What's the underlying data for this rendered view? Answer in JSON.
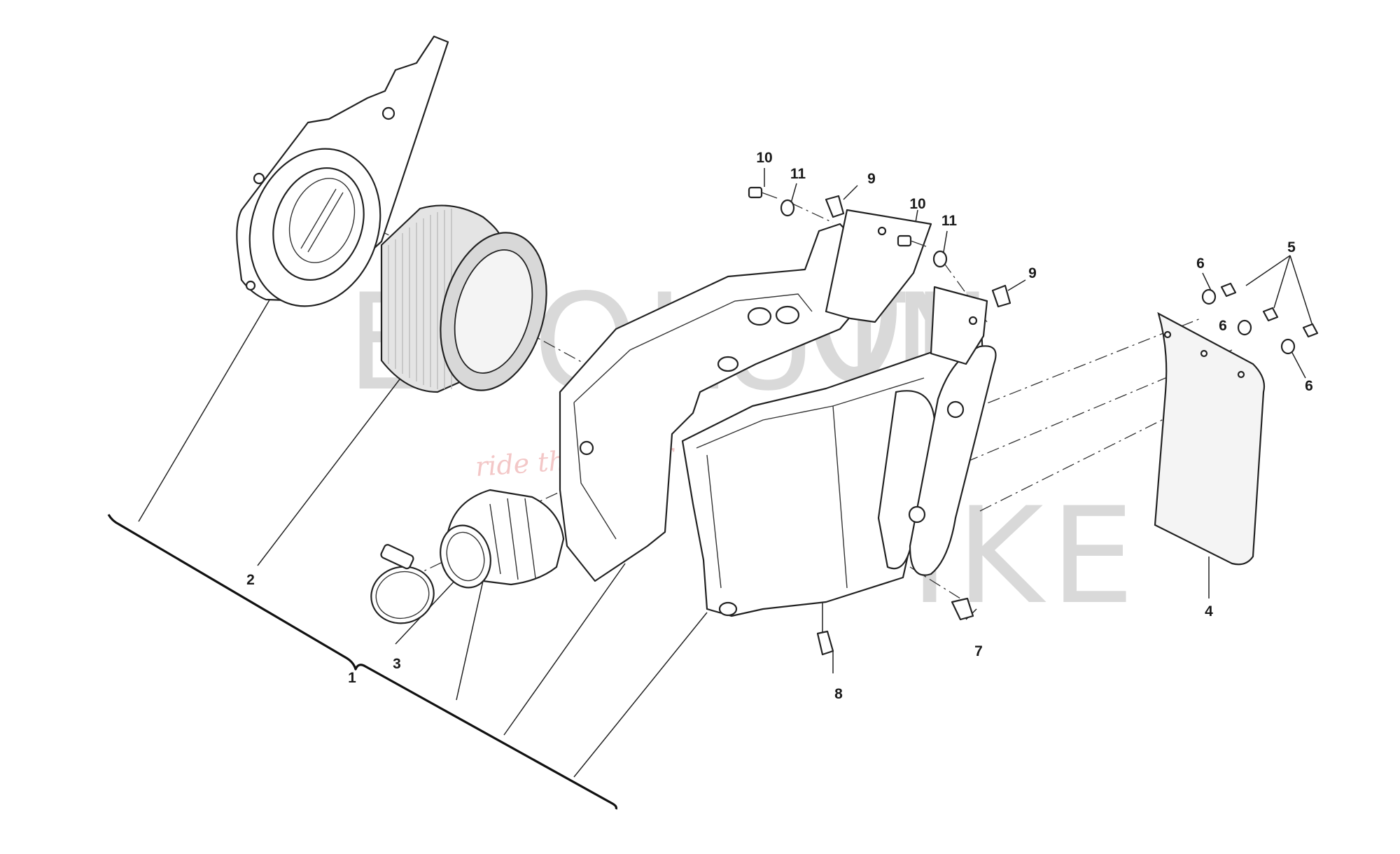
{
  "watermark": {
    "line1": "EVOLUTI",
    "letter_o": "O",
    "line1_end": "N",
    "line2": "IKE",
    "tagline": "ride the power"
  },
  "callouts": [
    "1",
    "2",
    "3",
    "4",
    "5",
    "6",
    "6",
    "6",
    "7",
    "8",
    "9",
    "9",
    "10",
    "10",
    "11",
    "11"
  ],
  "colors": {
    "line": "#222222",
    "filter_fill": "#e9e9e9",
    "panel_fill": "#f4f4f4",
    "watermark": "#d9d9d9",
    "watermark_tag": "#f3c7c7"
  }
}
